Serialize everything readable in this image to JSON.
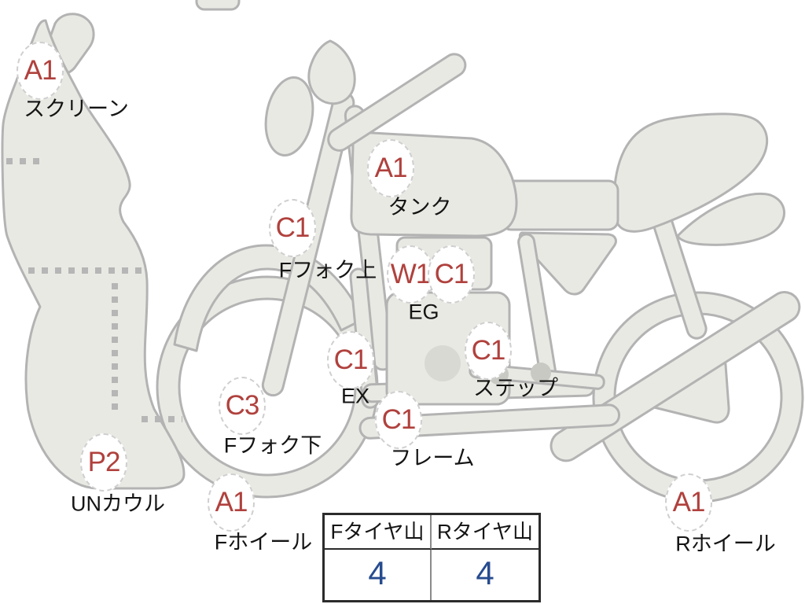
{
  "diagram": {
    "subject": "motorcycle-condition-map",
    "markers": [
      {
        "codes": [
          "A1"
        ],
        "part": "スクリーン"
      },
      {
        "codes": [
          "A1"
        ],
        "part": "タンク"
      },
      {
        "codes": [
          "C1"
        ],
        "part": "Fフォク上"
      },
      {
        "codes": [
          "W1",
          "C1"
        ],
        "part": "EG"
      },
      {
        "codes": [
          "C1"
        ],
        "part": "EX"
      },
      {
        "codes": [
          "C1"
        ],
        "part": "ステップ"
      },
      {
        "codes": [
          "C3"
        ],
        "part": "Fフォク下"
      },
      {
        "codes": [
          "C1"
        ],
        "part": "フレーム"
      },
      {
        "codes": [
          "P2"
        ],
        "part": "UNカウル"
      },
      {
        "codes": [
          "A1"
        ],
        "part": "Fホイール"
      },
      {
        "codes": [
          "A1"
        ],
        "part": "Rホイール"
      }
    ]
  },
  "tire_table": {
    "columns": [
      "Fタイヤ山",
      "Rタイヤ山"
    ],
    "values": [
      "4",
      "4"
    ]
  },
  "colors": {
    "code_red": "#b0413d",
    "value_blue": "#274b8f",
    "body_fill": "#e9e9e4",
    "body_stroke": "#b3b3b3",
    "label_black": "#141414"
  }
}
